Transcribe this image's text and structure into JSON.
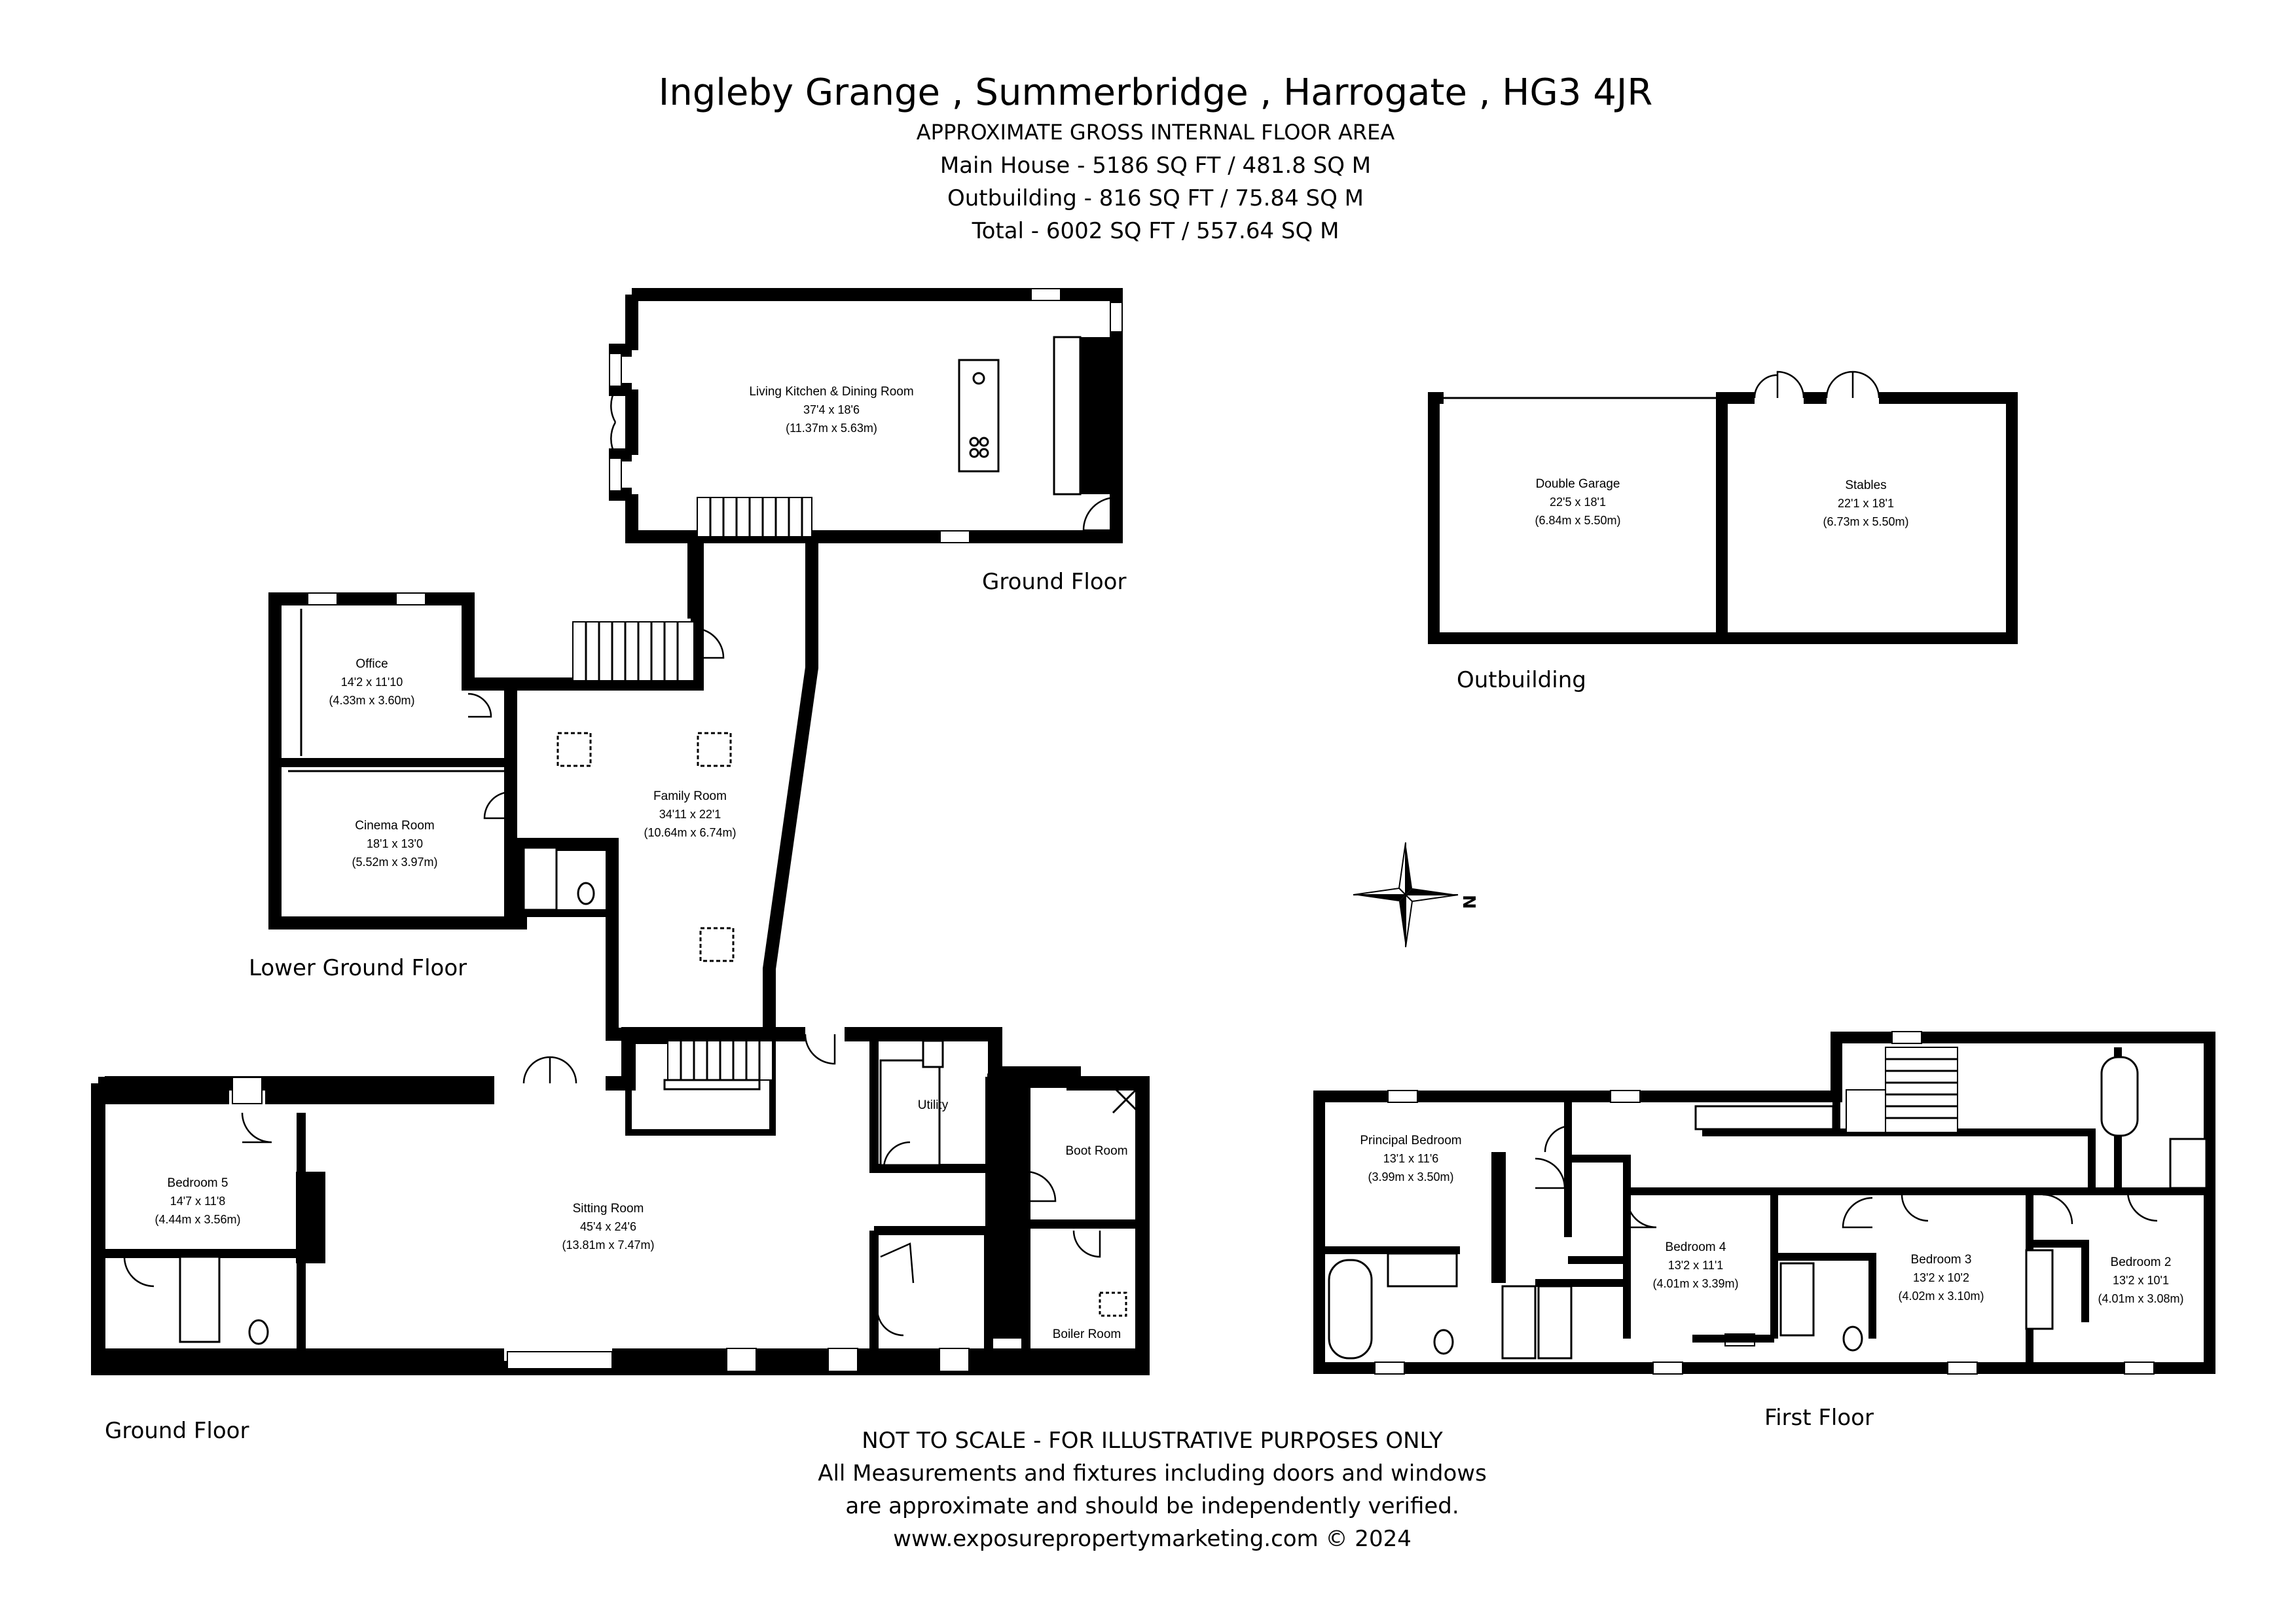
{
  "header": {
    "title": "Ingleby Grange , Summerbridge , Harrogate , HG3 4JR",
    "subtitle": "APPROXIMATE GROSS INTERNAL FLOOR AREA",
    "main_house": "Main House - 5186 SQ FT / 481.8 SQ M",
    "outbuilding": "Outbuilding - 816 SQ FT / 75.84 SQ M",
    "total": "Total - 6002 SQ FT / 557.64 SQ M"
  },
  "floor_labels": {
    "ground_upper": "Ground Floor",
    "outbuilding": "Outbuilding",
    "lower_ground": "Lower Ground Floor",
    "ground_lower": "Ground Floor",
    "first": "First Floor"
  },
  "rooms": {
    "kitchen": {
      "name": "Living Kitchen & Dining Room",
      "imperial": "37'4 x 18'6",
      "metric": "(11.37m x 5.63m)"
    },
    "garage": {
      "name": "Double Garage",
      "imperial": "22'5 x 18'1",
      "metric": "(6.84m x 5.50m)"
    },
    "stables": {
      "name": "Stables",
      "imperial": "22'1 x 18'1",
      "metric": "(6.73m x 5.50m)"
    },
    "office": {
      "name": "Office",
      "imperial": "14'2 x 11'10",
      "metric": "(4.33m x 3.60m)"
    },
    "cinema": {
      "name": "Cinema Room",
      "imperial": "18'1 x 13'0",
      "metric": "(5.52m x 3.97m)"
    },
    "family": {
      "name": "Family Room",
      "imperial": "34'11 x 22'1",
      "metric": "(10.64m x 6.74m)"
    },
    "bedroom5": {
      "name": "Bedroom 5",
      "imperial": "14'7 x 11'8",
      "metric": "(4.44m x 3.56m)"
    },
    "sitting": {
      "name": "Sitting Room",
      "imperial": "45'4 x 24'6",
      "metric": "(13.81m x 7.47m)"
    },
    "utility": {
      "name": "Utility"
    },
    "boot": {
      "name": "Boot Room"
    },
    "boiler": {
      "name": "Boiler Room"
    },
    "principal": {
      "name": "Principal Bedroom",
      "imperial": "13'1 x 11'6",
      "metric": "(3.99m x 3.50m)"
    },
    "bedroom4": {
      "name": "Bedroom 4",
      "imperial": "13'2 x 11'1",
      "metric": "(4.01m x 3.39m)"
    },
    "bedroom3": {
      "name": "Bedroom 3",
      "imperial": "13'2 x 10'2",
      "metric": "(4.02m x 3.10m)"
    },
    "bedroom2": {
      "name": "Bedroom 2",
      "imperial": "13'2 x 10'1",
      "metric": "(4.01m x 3.08m)"
    }
  },
  "compass": {
    "north_letter": "N"
  },
  "footer": {
    "line1": "NOT TO SCALE - FOR ILLUSTRATIVE PURPOSES ONLY",
    "line2": "All Measurements and fixtures including doors and windows",
    "line3": "are approximate and should be independently verified.",
    "line4": "www.exposurepropertymarketing.com © 2024"
  }
}
